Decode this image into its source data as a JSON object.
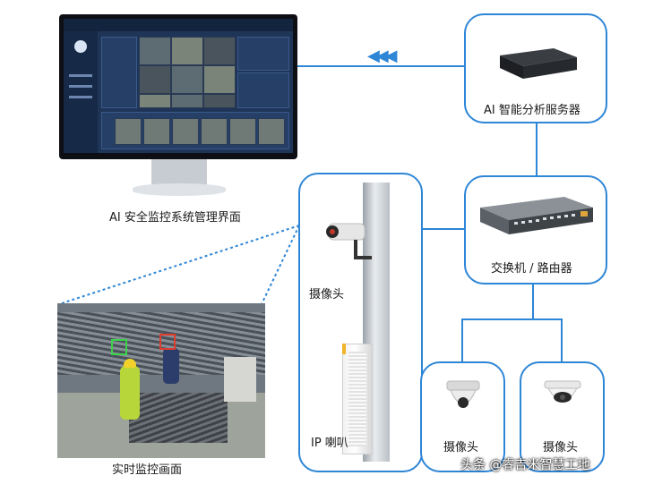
{
  "labels": {
    "ui": "AI 安全监控系统管理界面",
    "server": "AI 智能分析服务器",
    "switch": "交换机 / 路由器",
    "pole_camera": "摄像头",
    "ip_speaker": "IP 喇叭",
    "camera_dome": "摄像头",
    "camera_turret": "摄像头",
    "live": "实时监控画面",
    "watermark": "头条 @睿吉米智慧工地",
    "arrows": "◀◀◀"
  },
  "colors": {
    "accent": "#2e86d6",
    "screen": "#1f3558"
  }
}
